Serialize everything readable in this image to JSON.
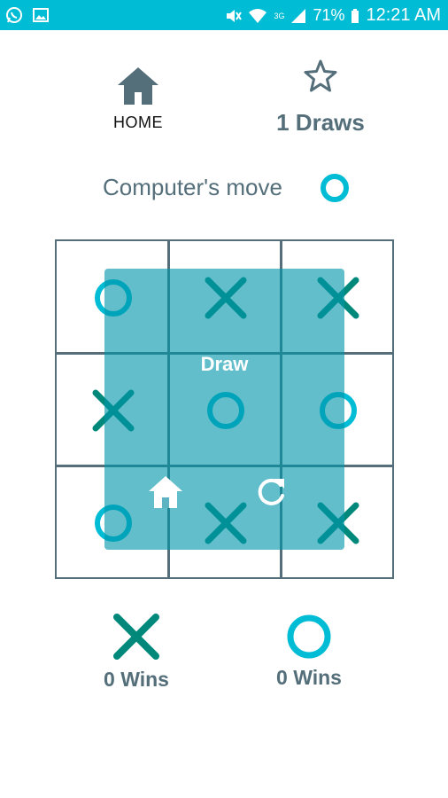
{
  "status_bar": {
    "battery_percent": "71%",
    "time": "12:21 AM",
    "network": "3G"
  },
  "header": {
    "home_label": "HOME",
    "draws_label": "1 Draws"
  },
  "turn": {
    "label": "Computer's move",
    "piece": "O"
  },
  "board": {
    "cells": [
      "O",
      "X",
      "X",
      "X",
      "O",
      "O",
      "O",
      "X",
      "X"
    ]
  },
  "overlay": {
    "title": "Draw"
  },
  "scores": {
    "x_label": "0 Wins",
    "o_label": "0 Wins"
  },
  "colors": {
    "status_bar": "#00bcd4",
    "x_color": "#00897b",
    "o_color": "#00bcd4",
    "text": "#546e7a",
    "overlay": "#0096aa"
  }
}
